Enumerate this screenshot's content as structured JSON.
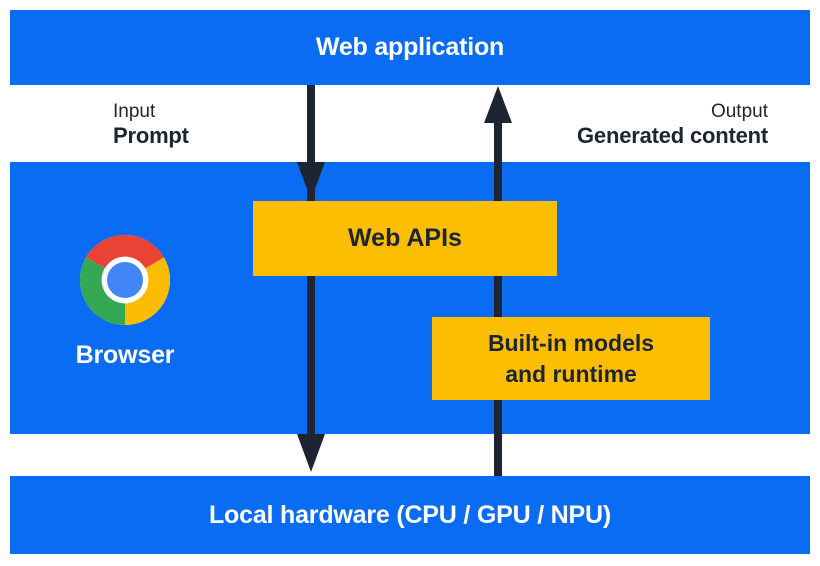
{
  "colors": {
    "layer-blue": "#0a6cf3",
    "box-yellow": "#fcbe03",
    "ink": "#1d2433",
    "chrome-red": "#ea4335",
    "chrome-yellow": "#fbbc04",
    "chrome-green": "#34a853",
    "chrome-blue": "#4285f4"
  },
  "layers": {
    "web_application": {
      "label": "Web application"
    },
    "browser": {
      "label": "Browser"
    },
    "local_hardware": {
      "label": "Local hardware (CPU / GPU / NPU)"
    }
  },
  "boxes": {
    "web_apis": {
      "label": "Web APIs"
    },
    "builtin_models": {
      "lines": [
        "Built-in models",
        "and runtime"
      ]
    }
  },
  "flows": {
    "input": {
      "label": "Input",
      "sublabel": "Prompt",
      "direction": "down"
    },
    "output": {
      "label": "Output",
      "sublabel": "Generated content",
      "direction": "up"
    }
  },
  "icons": {
    "chrome_logo": "chrome-browser-logo",
    "down_arrow": "downward-flow-arrow",
    "up_arrow": "upward-flow-arrow"
  }
}
